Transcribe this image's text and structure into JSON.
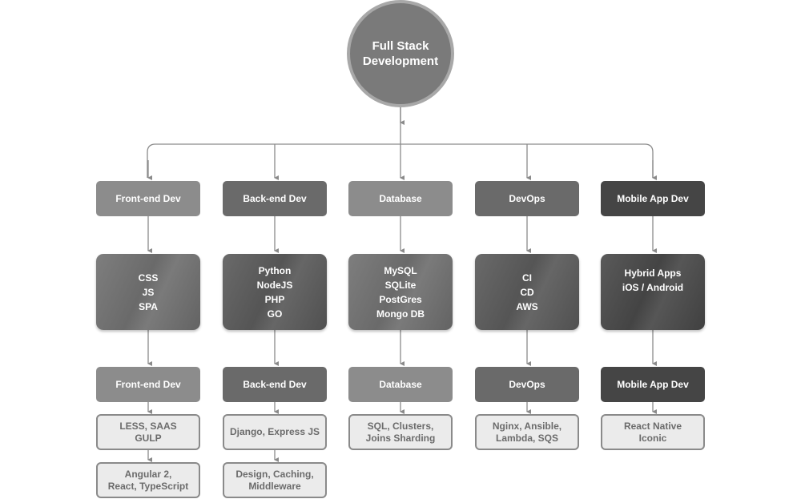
{
  "root": {
    "line1": "Full Stack",
    "line2": "Development"
  },
  "columns": [
    {
      "header": "Front-end Dev",
      "tech": [
        "CSS",
        "JS",
        "SPA"
      ],
      "sub_header": "Front-end Dev",
      "leaves": [
        [
          "LESS, SAAS",
          "GULP"
        ],
        [
          "Angular 2,",
          "React, TypeScript"
        ]
      ]
    },
    {
      "header": "Back-end Dev",
      "tech": [
        "Python",
        "NodeJS",
        "PHP",
        "GO"
      ],
      "sub_header": "Back-end Dev",
      "leaves": [
        [
          "Django, Express JS"
        ],
        [
          "Design, Caching,",
          "Middleware"
        ]
      ]
    },
    {
      "header": "Database",
      "tech": [
        "MySQL",
        "SQLite",
        "PostGres",
        "Mongo DB"
      ],
      "sub_header": "Database",
      "leaves": [
        [
          "SQL, Clusters,",
          "Joins Sharding"
        ]
      ]
    },
    {
      "header": "DevOps",
      "tech": [
        "CI",
        "CD",
        "AWS"
      ],
      "sub_header": "DevOps",
      "leaves": [
        [
          "Nginx, Ansible,",
          "Lambda, SQS"
        ]
      ]
    },
    {
      "header": "Mobile App Dev",
      "tech": [
        "Hybrid Apps",
        "iOS / Android"
      ],
      "sub_header": "Mobile App Dev",
      "leaves": [
        [
          "React Native",
          "Iconic"
        ]
      ]
    }
  ]
}
